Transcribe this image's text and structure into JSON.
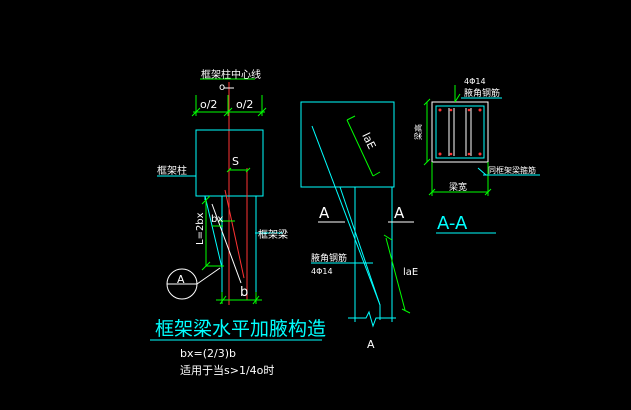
{
  "colors": {
    "background": "#000000",
    "column": "#00ffff",
    "dimension": "#00ff00",
    "centerline": "#ff3333",
    "label": "#ffffff",
    "title": "#00ffff"
  },
  "left_detail": {
    "centerline_label": "框架柱中心线",
    "center_mark": "o",
    "dim_left": "o/2",
    "dim_right": "o/2",
    "column_label": "框架柱",
    "offset_label": "S",
    "bx_label": "bx",
    "haunch_length_label": "L=2bx",
    "beam_label": "框架梁",
    "beam_width_label": "b",
    "section_marker": "A",
    "title": "框架梁水平加腋构造",
    "formula": "bx=(2/3)b",
    "condition": "适用于当s>1/4o时"
  },
  "middle_detail": {
    "anchor_label_top": "laE",
    "section_left": "A",
    "section_right": "A",
    "rebar_label": "腋角钢筋",
    "rebar_spec": "4Φ14",
    "anchor_label_bottom": "laE",
    "bottom_marker": "A"
  },
  "section_detail": {
    "top_spec": "4Φ14",
    "rebar_label": "腋角钢筋",
    "side_label": "梁高",
    "stirrup_label": "同框架梁箍筋",
    "width_label": "梁宽",
    "title": "A-A"
  }
}
